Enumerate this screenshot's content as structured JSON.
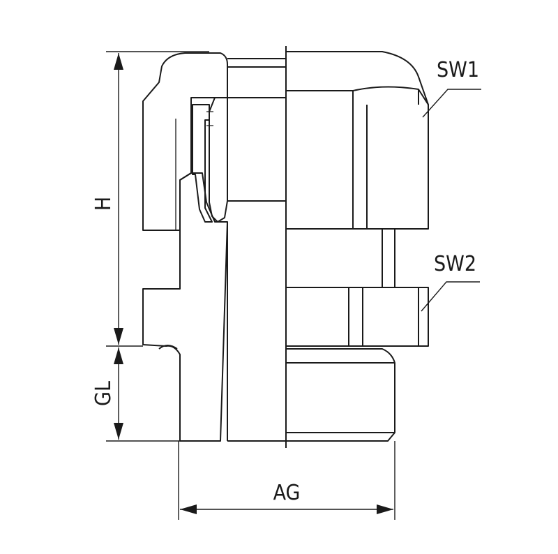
{
  "labels": {
    "sw1": "SW1",
    "sw2": "SW2",
    "h": "H",
    "gl": "GL",
    "ag": "AG"
  },
  "colors": {
    "line": "#1a1a1a",
    "background": "#ffffff"
  }
}
